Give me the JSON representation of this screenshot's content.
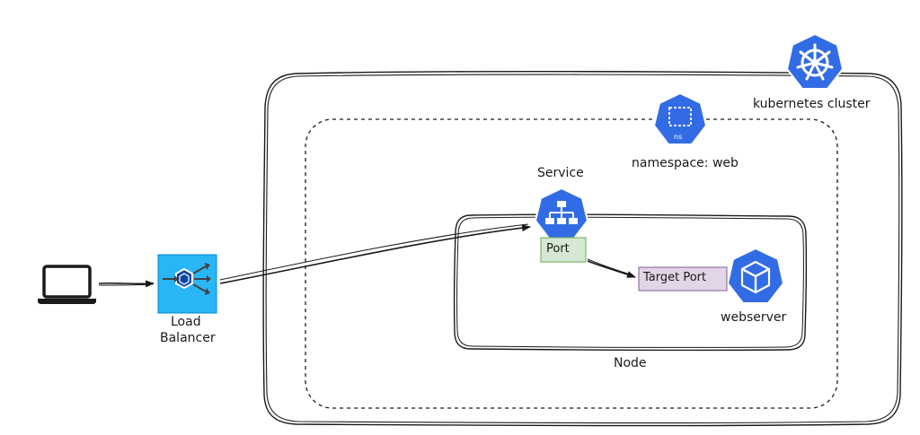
{
  "diagram": {
    "cluster": {
      "label": "kubernetes cluster",
      "icon": "kubernetes-wheel-icon"
    },
    "namespace": {
      "label": "namespace: web",
      "icon": "namespace-icon",
      "icon_text": "ns"
    },
    "node": {
      "label": "Node"
    },
    "service": {
      "label": "Service",
      "icon": "service-icon",
      "port_label": "Port"
    },
    "webserver": {
      "label": "webserver",
      "icon": "pod-cube-icon",
      "target_port_label": "Target Port"
    },
    "load_balancer": {
      "label_line1": "Load",
      "label_line2": "Balancer",
      "icon": "load-balancer-icon"
    },
    "client": {
      "icon": "laptop-icon"
    },
    "colors": {
      "k8s_blue": "#326ce5",
      "lb_blue": "#29b6f6",
      "port_fill": "#d5e8d4",
      "port_stroke": "#82b366",
      "target_fill": "#e1d5e7",
      "target_stroke": "#9673a6"
    }
  }
}
